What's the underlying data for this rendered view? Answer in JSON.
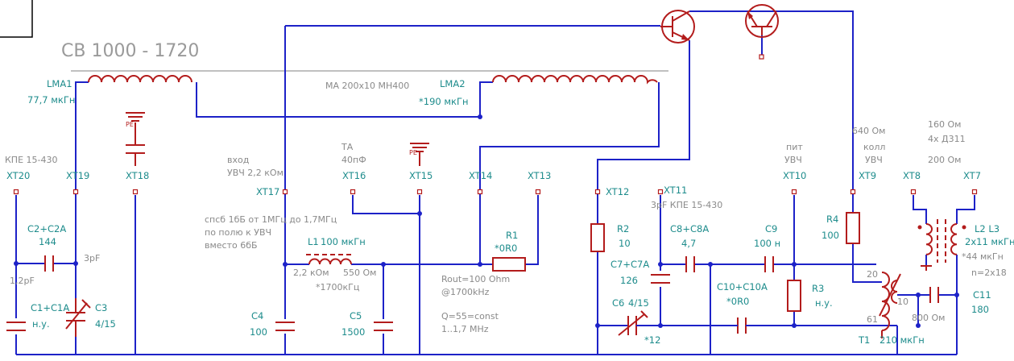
{
  "title": "СВ 1000 - 1720",
  "core_note": "МА 200х10 МН400",
  "coils": {
    "lma1": {
      "ref": "LMA1",
      "value": "77,7 мкГн"
    },
    "lma2": {
      "ref": "LMA2",
      "value": "*190 мкГн"
    }
  },
  "terminals": {
    "xt20": {
      "ref": "XT20",
      "note": "КПЕ 15-430"
    },
    "xt19": {
      "ref": "XT19"
    },
    "xt18": {
      "ref": "XT18"
    },
    "xt17": {
      "ref": "XT17",
      "note1": "вход",
      "note2": "УВЧ 2,2 кОм"
    },
    "xt16": {
      "ref": "XT16",
      "note1": "ТА",
      "note2": "40пФ"
    },
    "xt15": {
      "ref": "XT15"
    },
    "xt14": {
      "ref": "XT14"
    },
    "xt13": {
      "ref": "XT13"
    },
    "xt12": {
      "ref": "XT12"
    },
    "xt11": {
      "ref": "XT11",
      "note": "3pF  КПЕ 15-430"
    },
    "xt10": {
      "ref": "XT10",
      "note1": "пит",
      "note2": "УВЧ"
    },
    "xt9": {
      "ref": "XT9",
      "note1": "640 Ом",
      "note2": "колл",
      "note3": "УВЧ"
    },
    "xt8": {
      "ref": "XT8"
    },
    "xt7": {
      "ref": "XT7"
    }
  },
  "pe_label": "PE",
  "components": {
    "c2": {
      "ref": "C2+C2A",
      "value": "144"
    },
    "c2_note": "3pF",
    "c1_note": "1,2pF",
    "c1": {
      "ref": "C1+C1A",
      "value": "н.у."
    },
    "c3": {
      "ref": "C3",
      "value": "4/15"
    },
    "c4": {
      "ref": "C4",
      "value": "100"
    },
    "c5": {
      "ref": "C5",
      "value": "1500"
    },
    "l1": {
      "ref": "L1",
      "value": "100 мкГн",
      "left": "2,2 кОм",
      "right": "550 Ом",
      "freq": "*1700кГц"
    },
    "r1": {
      "ref": "R1",
      "value": "*0R0"
    },
    "r2": {
      "ref": "R2",
      "value": "10"
    },
    "c8": {
      "ref": "C8+C8A",
      "value": "4,7"
    },
    "c7": {
      "ref": "C7+C7A",
      "value": "126"
    },
    "c6": {
      "ref": "C6",
      "value": "4/15",
      "note": "*12"
    },
    "c9": {
      "ref": "C9",
      "value": "100 н"
    },
    "c10": {
      "ref": "C10+C10A",
      "value": "*0R0"
    },
    "r3": {
      "ref": "R3",
      "value": "н.у."
    },
    "r4": {
      "ref": "R4",
      "value": "100"
    },
    "t1": {
      "ref": "T1",
      "value": "210 мкГн",
      "tap_top": "20",
      "tap_bottom": "61",
      "tap_side": "10",
      "load": "800 Ом"
    },
    "c11": {
      "ref": "C11",
      "value": "180"
    },
    "l2": {
      "ref": "L2  L3",
      "value": "2х11 мкГн",
      "note1": "*44 мкГн",
      "note2": "n=2х18"
    }
  },
  "notes": {
    "method1": "спсб 1бБ от 1МГц до 1,7МГц",
    "method2": "по полю к УВЧ",
    "method3": "вместо 6бБ",
    "rout1": "Rout=100 Ohm",
    "rout2": "@1700kHz",
    "q1": "Q=55=const",
    "q2": "1..1,7 MHz",
    "d1": "160 Ом",
    "d2": "4х Д311",
    "d3": "200 Ом"
  }
}
